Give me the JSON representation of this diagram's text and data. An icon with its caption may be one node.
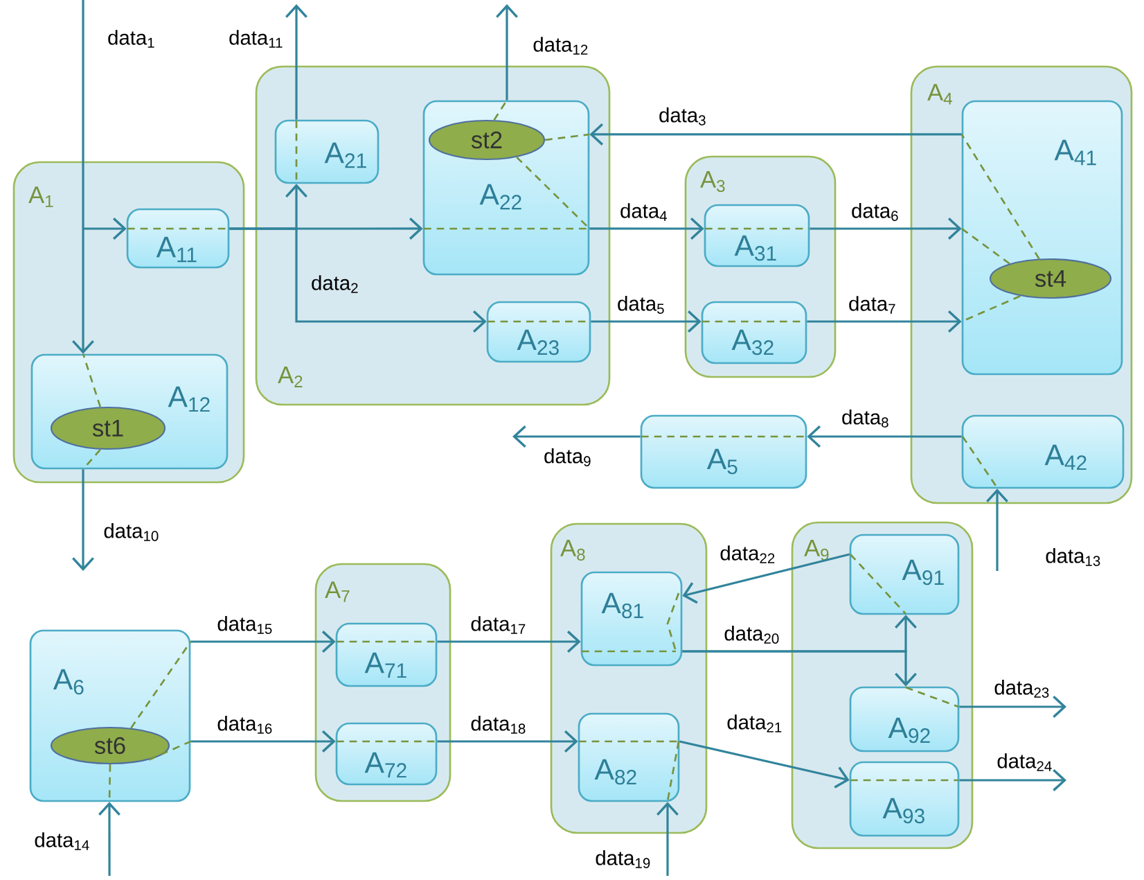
{
  "diagram": {
    "nodes": [
      {
        "text": [
          "A$_{1}$"
        ]
      },
      {
        "text": [
          "A$_{11}$"
        ],
        "in": 0
      },
      {
        "text": [
          "A$_{12}$"
        ],
        "in": 0
      },
      {
        "text": [
          "st1"
        ],
        "in": 2
      },
      {
        "text": [
          "A$_{2}$"
        ]
      },
      {
        "text": [
          "A$_{21}$"
        ],
        "in": 4
      },
      {
        "text": [
          "A$_{22}$"
        ],
        "in": 4
      },
      {
        "text": [
          "st2"
        ],
        "in": 6
      },
      {
        "text": [
          "A$_{23}$"
        ],
        "in": 4
      },
      {
        "text": [
          "A$_{3}$"
        ]
      },
      {
        "text": [
          "A$_{31}$"
        ],
        "in": 9
      },
      {
        "text": [
          "A$_{32}$"
        ],
        "in": 9
      },
      {
        "text": [
          "A$_{4}$"
        ]
      },
      {
        "text": [
          "A$_{41}$"
        ],
        "in": 12
      },
      {
        "text": [
          "st4"
        ],
        "in": 13
      },
      {
        "text": [
          "A$_{42}$"
        ],
        "in": 12
      },
      {
        "text": [
          "A$_{5}$"
        ]
      },
      {
        "text": [
          "A$_{6}$"
        ]
      },
      {
        "text": [
          "st6"
        ],
        "in": 17
      },
      {
        "text": [
          "A$_{7}$"
        ]
      },
      {
        "text": [
          "A$_{71}$"
        ],
        "in": 19
      },
      {
        "text": [
          "A$_{72}$"
        ],
        "in": 19
      },
      {
        "text": [
          "A$_{8}$"
        ]
      },
      {
        "text": [
          "A$_{81}$"
        ],
        "in": 22
      },
      {
        "text": [
          "A$_{82}$"
        ],
        "in": 22
      },
      {
        "text": [
          "A$_{9}$"
        ]
      },
      {
        "text": [
          "A$_{91}$"
        ],
        "in": 25
      },
      {
        "text": [
          "A$_{92}$"
        ],
        "in": 25
      },
      {
        "text": [
          "A$_{93}$"
        ],
        "in": 25
      }
    ],
    "edges": [
      {
        "from": null,
        "to": 2,
        "arrow": "to",
        "label": "data$_{1}$"
      },
      {
        "from": null,
        "to": 1,
        "arrow": "to"
      },
      {
        "from": 1,
        "to": 6,
        "arrow": "to"
      },
      {
        "from": 1,
        "to": 5,
        "arrow": "to"
      },
      {
        "from": 1,
        "to": 8,
        "arrow": "to",
        "label": "data$_{2}$"
      },
      {
        "from": 5,
        "to": null,
        "arrow": "to",
        "label": "data$_{11}$"
      },
      {
        "from": 6,
        "to": null,
        "arrow": "to",
        "label": "data$_{12}$"
      },
      {
        "from": 13,
        "to": 6,
        "arrow": "to",
        "label": "data$_{3}$"
      },
      {
        "from": 6,
        "to": 10,
        "arrow": "to",
        "label": "data$_{4}$"
      },
      {
        "from": 8,
        "to": 11,
        "arrow": "to",
        "label": "data$_{5}$"
      },
      {
        "from": 10,
        "to": 13,
        "arrow": "to",
        "label": "data$_{6}$"
      },
      {
        "from": 11,
        "to": 13,
        "arrow": "to",
        "label": "data$_{7}$"
      },
      {
        "from": 15,
        "to": 16,
        "arrow": "to",
        "label": "data$_{8}$"
      },
      {
        "from": 16,
        "to": null,
        "arrow": "to",
        "label": "data$_{9}$"
      },
      {
        "from": 2,
        "to": null,
        "arrow": "to",
        "label": "data$_{10}$"
      },
      {
        "from": null,
        "to": 15,
        "arrow": "to",
        "label": "data$_{13}$"
      },
      {
        "from": null,
        "to": 17,
        "arrow": "to",
        "label": "data$_{14}$"
      },
      {
        "from": 17,
        "to": 20,
        "arrow": "to",
        "label": "data$_{15}$"
      },
      {
        "from": 17,
        "to": 21,
        "arrow": "to",
        "label": "data$_{16}$"
      },
      {
        "from": 20,
        "to": 23,
        "arrow": "to",
        "label": "data$_{17}$"
      },
      {
        "from": 21,
        "to": 24,
        "arrow": "to",
        "label": "data$_{18}$"
      },
      {
        "from": null,
        "to": 24,
        "arrow": "to",
        "label": "data$_{19}$"
      },
      {
        "from": 23,
        "to": 26,
        "arrow": "to",
        "label": "data$_{20}$"
      },
      {
        "from": 23,
        "to": 27,
        "arrow": "to"
      },
      {
        "from": 24,
        "to": 28,
        "arrow": "to",
        "label": "data$_{21}$"
      },
      {
        "from": 26,
        "to": 23,
        "arrow": "to",
        "label": "data$_{22}$"
      },
      {
        "from": 27,
        "to": null,
        "arrow": "to",
        "label": "data$_{23}$"
      },
      {
        "from": 28,
        "to": null,
        "arrow": "to",
        "label": "data$_{24}$"
      },
      {
        "from": 7,
        "to": 6,
        "arrow": "none",
        "style": "dashed",
        "color": "#77933c"
      },
      {
        "from": 7,
        "to": 6,
        "arrow": "none",
        "style": "dashed",
        "color": "#77933c"
      },
      {
        "from": 7,
        "to": 6,
        "arrow": "none",
        "style": "dashed",
        "color": "#77933c"
      },
      {
        "from": 3,
        "to": 2,
        "arrow": "none",
        "style": "dashed",
        "color": "#77933c"
      },
      {
        "from": 3,
        "to": 2,
        "arrow": "none",
        "style": "dashed",
        "color": "#77933c"
      },
      {
        "from": 14,
        "to": 13,
        "arrow": "none",
        "style": "dashed",
        "color": "#77933c"
      },
      {
        "from": 14,
        "to": 13,
        "arrow": "none",
        "style": "dashed",
        "color": "#77933c"
      },
      {
        "from": 14,
        "to": 13,
        "arrow": "none",
        "style": "dashed",
        "color": "#77933c"
      },
      {
        "from": 18,
        "to": 17,
        "arrow": "none",
        "style": "dashed",
        "color": "#77933c"
      },
      {
        "from": 18,
        "to": 17,
        "arrow": "none",
        "style": "dashed",
        "color": "#77933c"
      },
      {
        "from": 18,
        "to": 17,
        "arrow": "none",
        "style": "dashed",
        "color": "#77933c"
      }
    ]
  }
}
